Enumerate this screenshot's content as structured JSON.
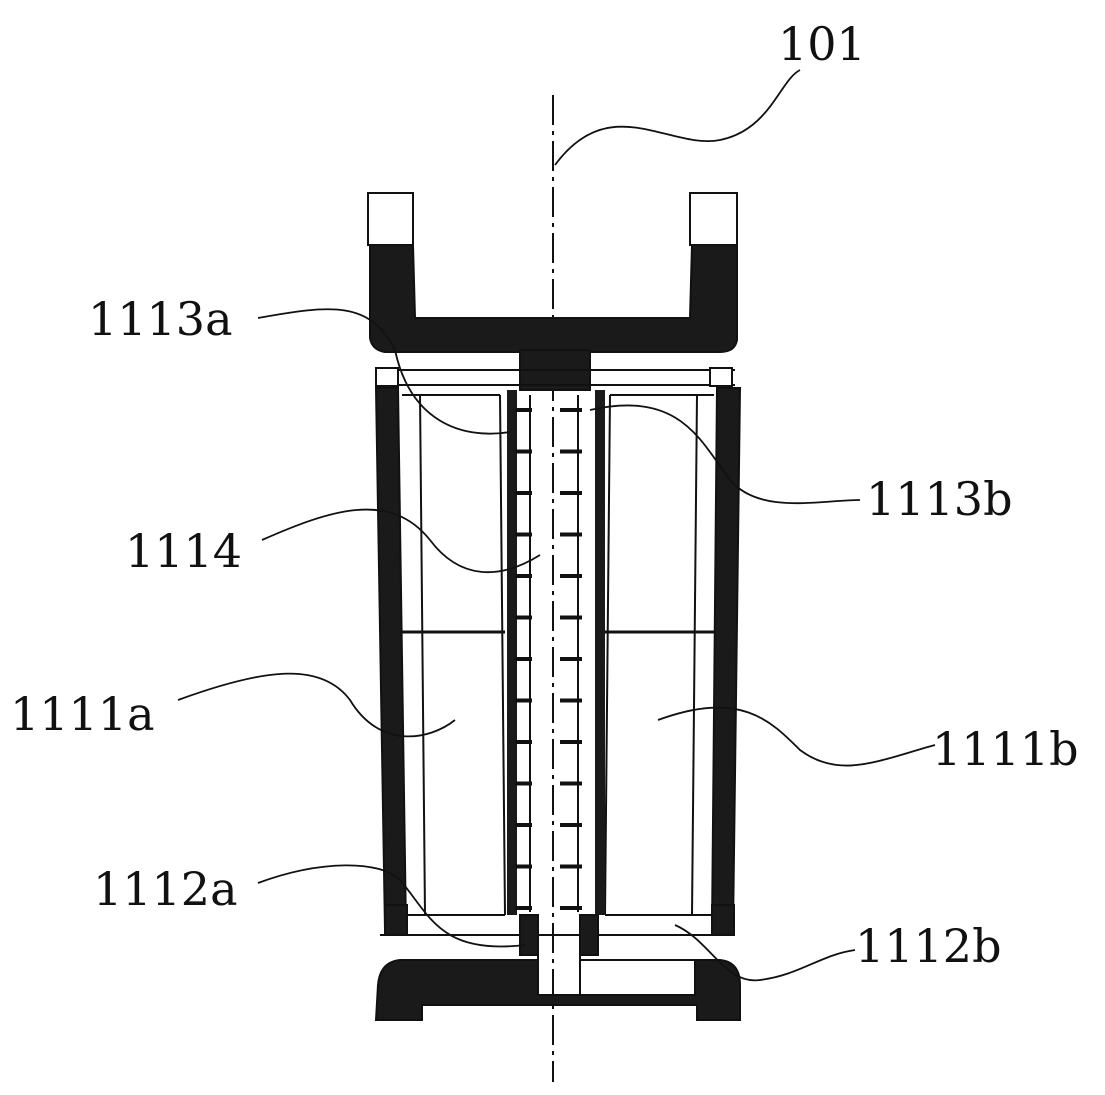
{
  "figure": {
    "labels": {
      "axis": "101",
      "l1113a": "1113a",
      "l1113b": "1113b",
      "l1114": "1114",
      "l1111a": "1111a",
      "l1111b": "1111b",
      "l1112a": "1112a",
      "l1112b": "1112b"
    },
    "colors": {
      "ink": "#111111",
      "background": "#ffffff"
    }
  }
}
